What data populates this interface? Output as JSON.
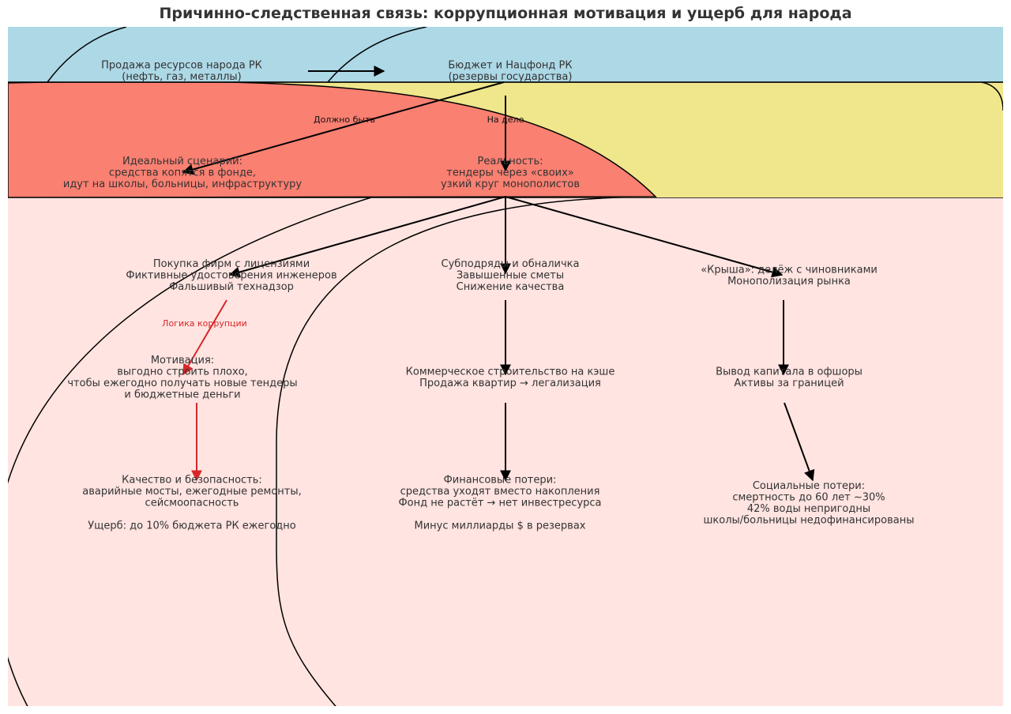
{
  "title": "Причинно-следственная связь: коррупционная мотивация и ущерб для народа",
  "colors": {
    "band_top": "#ADD8E6",
    "band_mid_left": "#FA8072",
    "band_mid_right": "#F0E68C",
    "band_bottom": "#FFE4E1",
    "arrow_default": "#000000",
    "arrow_logic": "#d62728",
    "text": "#333333"
  },
  "nodes": {
    "resources": [
      "Продажа ресурсов народа РК",
      "(нефть, газ, металлы)"
    ],
    "budget": [
      "Бюджет и Нацфонд РК",
      "(резервы государства)"
    ],
    "ideal": [
      "Идеальный сценарий:",
      "средства копятся в фонде,",
      "идут на школы, больницы, инфраструктуру"
    ],
    "reality": [
      "Реальность:",
      "тендеры через «своих»",
      "узкий круг монополистов"
    ],
    "licenses": [
      "Покупка фирм с лицензиями",
      "Фиктивные удостоверения инженеров",
      "Фальшивый технадзор"
    ],
    "subcontract": [
      "Субподряды и обналичка",
      "Завышенные сметы",
      "Снижение качества"
    ],
    "roof": [
      "«Крыша»: делёж с чиновниками",
      "Монополизация рынка"
    ],
    "motivation": [
      "Мотивация:",
      "выгодно строить плохо,",
      "чтобы ежегодно получать новые тендеры",
      "и бюджетные деньги"
    ],
    "commercial": [
      "Коммерческое строительство на кэше",
      "Продажа квартир → легализация"
    ],
    "offshore": [
      "Вывод капитала в офшоры",
      "Активы за границей"
    ],
    "quality": [
      "Качество и безопасность:",
      "аварийные мосты, ежегодные ремонты,",
      "сейсмоопасность",
      "",
      "Ущерб: до 10% бюджета РК ежегодно"
    ],
    "financial": [
      "Финансовые потери:",
      "средства уходят вместо накопления",
      "Фонд не растёт → нет инвестресурса",
      "",
      "Минус миллиарды $ в резервах"
    ],
    "social": [
      "Социальные потери:",
      "смертность до 60 лет ~30%",
      "42% воды непригодны",
      "школы/больницы недофинансированы"
    ]
  },
  "edges": [
    {
      "from": "resources",
      "to": "budget",
      "label": "",
      "style": "default"
    },
    {
      "from": "budget",
      "to": "ideal",
      "label": "Должно быть",
      "style": "default"
    },
    {
      "from": "budget",
      "to": "reality",
      "label": "На деле",
      "style": "default"
    },
    {
      "from": "reality",
      "to": "licenses",
      "label": "",
      "style": "default"
    },
    {
      "from": "reality",
      "to": "subcontract",
      "label": "",
      "style": "default"
    },
    {
      "from": "reality",
      "to": "roof",
      "label": "",
      "style": "default"
    },
    {
      "from": "licenses",
      "to": "motivation",
      "label": "Логика коррупции",
      "style": "logic"
    },
    {
      "from": "subcontract",
      "to": "commercial",
      "label": "",
      "style": "default"
    },
    {
      "from": "roof",
      "to": "offshore",
      "label": "",
      "style": "default"
    },
    {
      "from": "motivation",
      "to": "quality",
      "label": "",
      "style": "logic"
    },
    {
      "from": "commercial",
      "to": "financial",
      "label": "",
      "style": "default"
    },
    {
      "from": "offshore",
      "to": "social",
      "label": "",
      "style": "default"
    }
  ]
}
